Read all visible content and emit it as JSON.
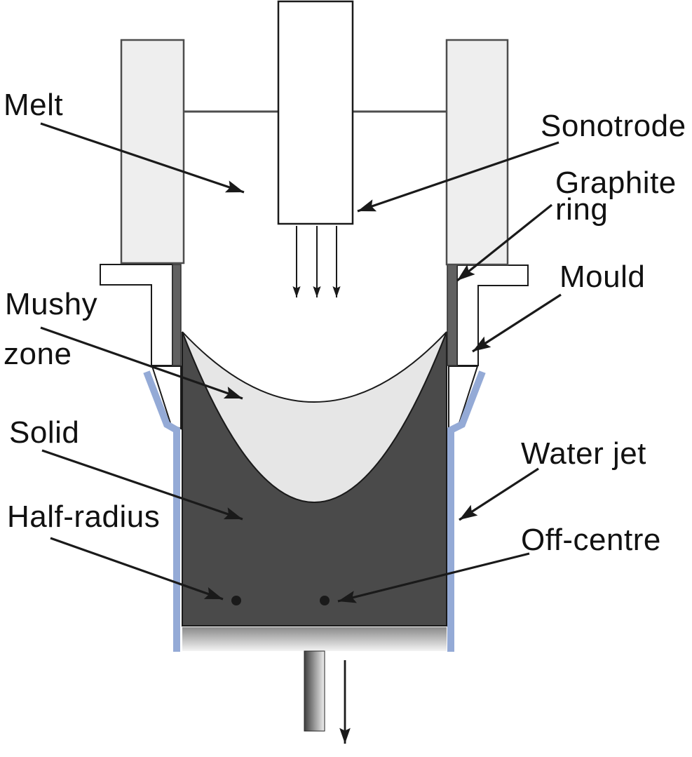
{
  "labels": {
    "melt": "Melt",
    "sonotrode": "Sonotrode",
    "graphite_line1": "Graphite",
    "graphite_line2": "ring",
    "mould": "Mould",
    "mushy_line1": "Mushy",
    "mushy_line2": "zone",
    "solid": "Solid",
    "water_jet": "Water jet",
    "half_radius": "Half-radius",
    "off_centre": "Off-centre"
  },
  "colors": {
    "background": "#ffffff",
    "outline": "#1a1a1a",
    "column_fill": "#eeeeee",
    "column_border": "#4d4d4d",
    "sonotrode_fill": "#ffffff",
    "mould_fill": "#ffffff",
    "graphite_fill": "#616161",
    "mushy_fill": "#e6e6e6",
    "solid_fill": "#4a4a4a",
    "water_jet": "#94aad6",
    "block_dark": "#8a8a8a",
    "block_light": "#f4f4f4",
    "rod_dark": "#3f3f3f",
    "rod_light": "#f0f0f0",
    "text_color": "#111111"
  }
}
